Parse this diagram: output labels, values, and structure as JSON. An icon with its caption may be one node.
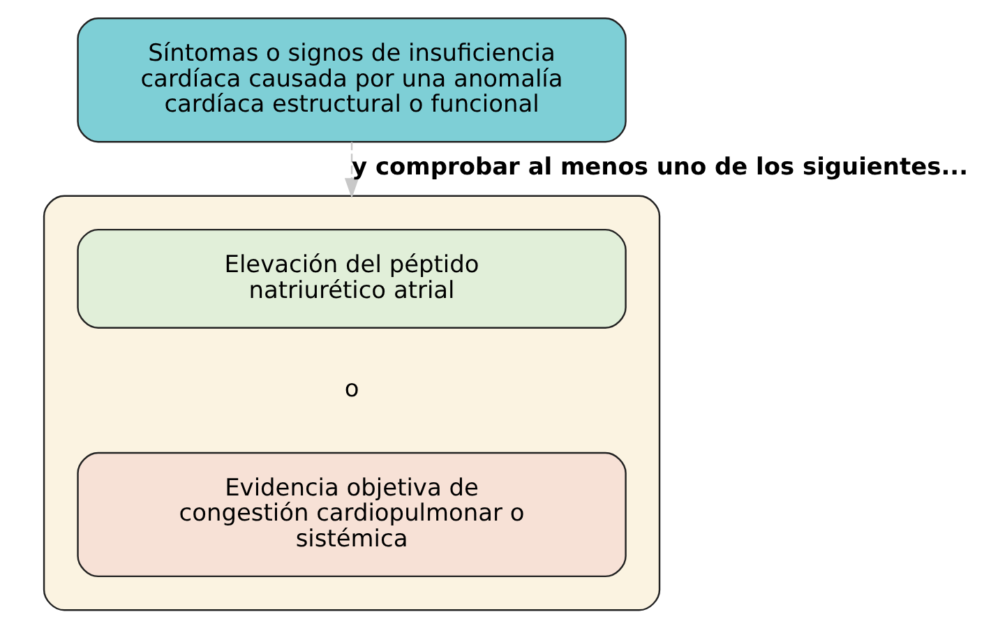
{
  "diagram": {
    "nodes": [
      {
        "text": [
          "Síntomas o signos de insuficiencia cardíaca causada por una anomalía cardíaca estructural o funcional"
        ]
      },
      {
        "text": [],
        "shape": "box"
      },
      {
        "text": [
          "Elevación del péptido natriurético atrial"
        ],
        "in": 1
      },
      {
        "text": [
          "Evidencia objetiva de congestión cardiopulmonar o sistémica"
        ],
        "in": 1
      }
    ],
    "edges": [
      {
        "from": 0,
        "to": 1,
        "arrow": "to",
        "label": "y comprobar al menos uno de los siguientes...",
        "style": "dashed",
        "color": "#c8c8c8"
      }
    ],
    "labels": [
      "o"
    ]
  }
}
